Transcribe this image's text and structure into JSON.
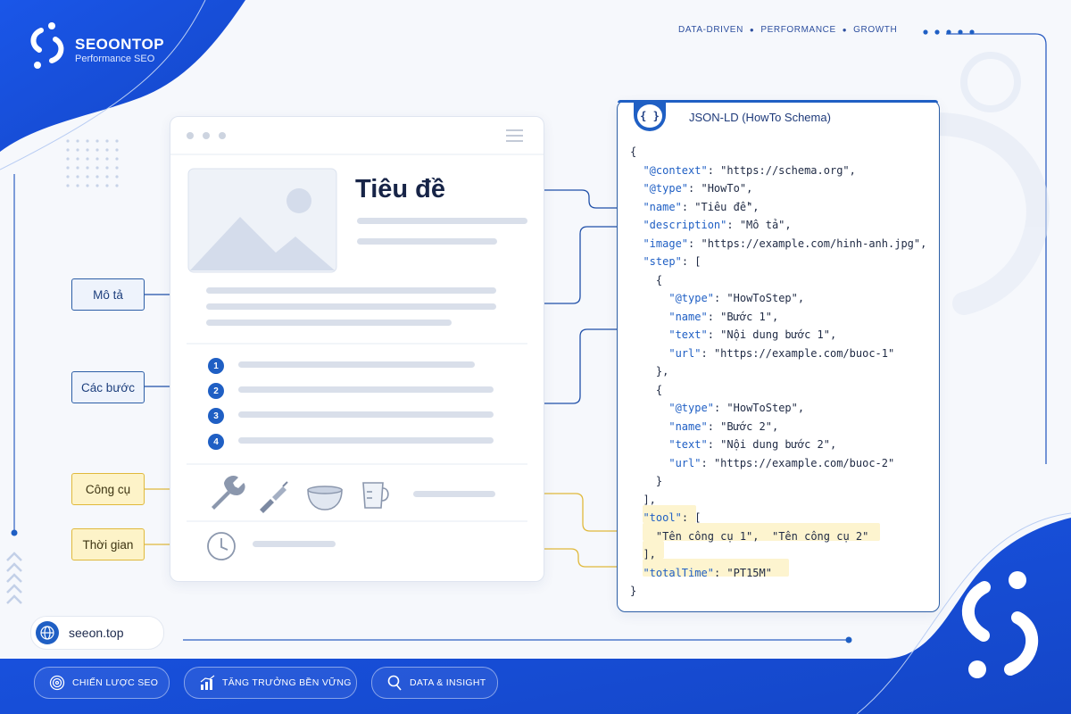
{
  "brand": {
    "name": "SEOONTOP",
    "tagline": "Performance SEO",
    "accent": "#1f5fe0",
    "highlight": "#e0b93b"
  },
  "header_tags": [
    "DATA-DRIVEN",
    "PERFORMANCE",
    "GROWTH"
  ],
  "page_mock": {
    "title": "Tiêu đề",
    "step_numbers": [
      "1",
      "2",
      "3",
      "4"
    ],
    "icons": [
      "image-placeholder-icon",
      "menu-icon",
      "wrench-icon",
      "screwdriver-icon",
      "bowl-icon",
      "measuring-cup-icon",
      "clock-icon"
    ]
  },
  "labels": {
    "description": "Mô tả",
    "steps": "Các bước",
    "tools": "Công cụ",
    "time": "Thời gian"
  },
  "json_panel": {
    "title": "JSON-LD (HowTo Schema)",
    "icon": "{ }",
    "lines": [
      "{",
      "  \"@context\": \"https://schema.org\",",
      "  \"@type\": \"HowTo\",",
      "  \"name\": \"Tiêu đề\",",
      "  \"description\": \"Mô tả\",",
      "  \"image\": \"https://example.com/hinh-anh.jpg\",",
      "  \"step\": [",
      "    {",
      "      \"@type\": \"HowToStep\",",
      "      \"name\": \"Bước 1\",",
      "      \"text\": \"Nội dung bước 1\",",
      "      \"url\": \"https://example.com/buoc-1\"",
      "    },",
      "    {",
      "      \"@type\": \"HowToStep\",",
      "      \"name\": \"Bước 2\",",
      "      \"text\": \"Nội dung bước 2\",",
      "      \"url\": \"https://example.com/buoc-2\"",
      "    }",
      "  ],",
      "  \"tool\": [",
      "    \"Tên công cụ 1\",  \"Tên công cụ 2\"",
      "  ],",
      "  \"totalTime\": \"PT15M\"",
      "}"
    ]
  },
  "site": {
    "url": "seeon.top",
    "icon": "globe-icon"
  },
  "footer": {
    "items": [
      {
        "label": "CHIẾN LƯỢC SEO",
        "icon": "target-icon"
      },
      {
        "label": "TĂNG TRƯỞNG BỀN VỮNG",
        "icon": "growth-chart-icon"
      },
      {
        "label": "DATA & INSIGHT",
        "icon": "magnifier-icon"
      }
    ]
  }
}
